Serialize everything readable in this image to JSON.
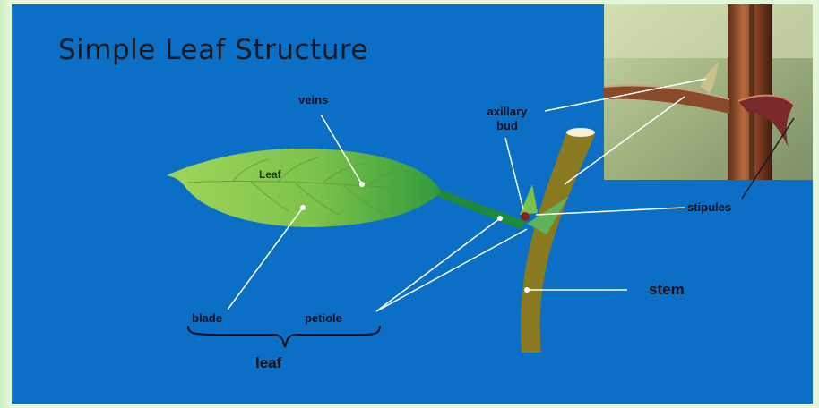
{
  "title": "Simple Leaf Structure",
  "labels": {
    "veins": "veins",
    "axillary_bud_line1": "axillary",
    "axillary_bud_line2": "bud",
    "leaf_on_blade": "Leaf",
    "stipules": "stipules",
    "stem": "stem",
    "blade": "blade",
    "petiole": "petiole",
    "leaf": "leaf"
  },
  "colors": {
    "background": "#0b6fc6",
    "leaf_light": "#8ecb4a",
    "leaf_dark": "#3fa33a",
    "petiole": "#1f8a3a",
    "stem": "#8a7a1f",
    "pointer": "#ffffff"
  }
}
